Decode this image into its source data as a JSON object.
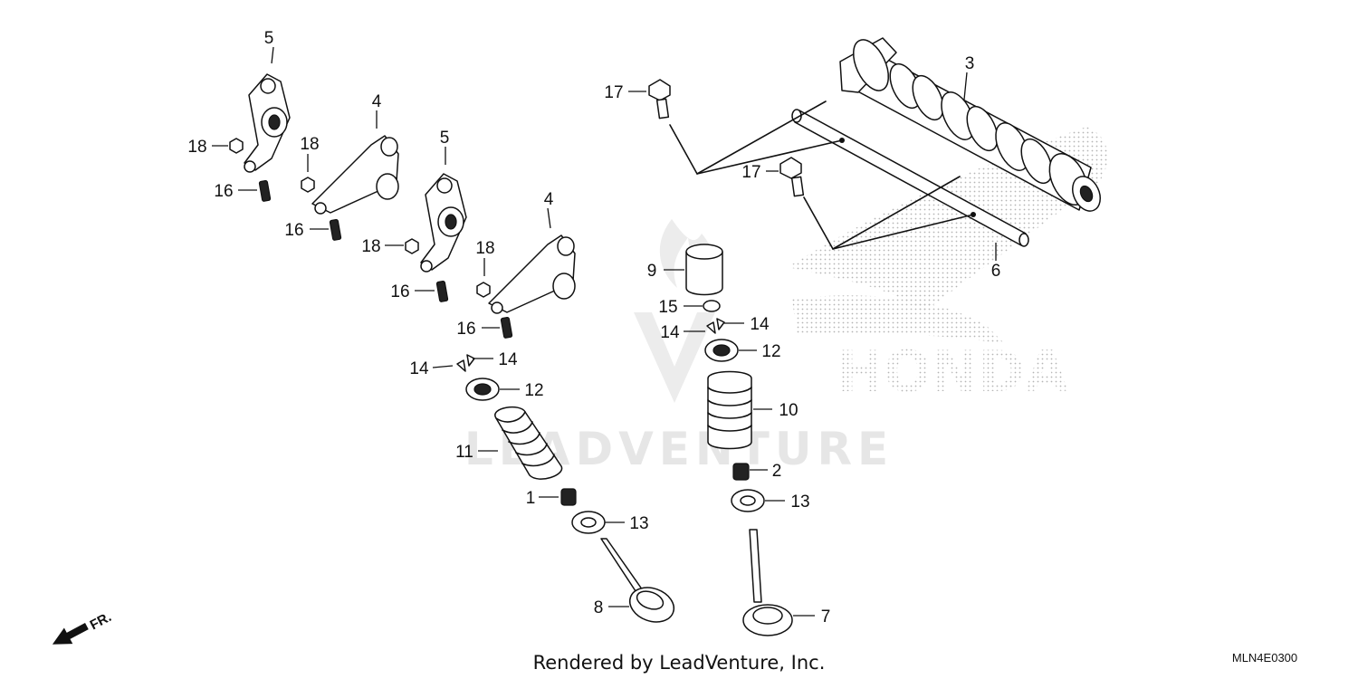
{
  "callouts": {
    "c1": "1",
    "c2": "2",
    "c3": "3",
    "c4a": "4",
    "c4b": "4",
    "c5a": "5",
    "c5b": "5",
    "c6": "6",
    "c7": "7",
    "c8": "8",
    "c9": "9",
    "c10": "10",
    "c11": "11",
    "c12a": "12",
    "c12b": "12",
    "c13a": "13",
    "c13b": "13",
    "c14a": "14",
    "c14b": "14",
    "c14c": "14",
    "c14d": "14",
    "c15": "15",
    "c16a": "16",
    "c16b": "16",
    "c16c": "16",
    "c16d": "16",
    "c17a": "17",
    "c17b": "17",
    "c18a": "18",
    "c18b": "18",
    "c18c": "18",
    "c18d": "18"
  },
  "front_marker": "FR.",
  "watermark": {
    "brand_text": "HONDA",
    "vendor_text": "LEADVENTURE"
  },
  "footer": {
    "credit": "Rendered by LeadVenture, Inc.",
    "diagram_code": "MLN4E0300"
  }
}
